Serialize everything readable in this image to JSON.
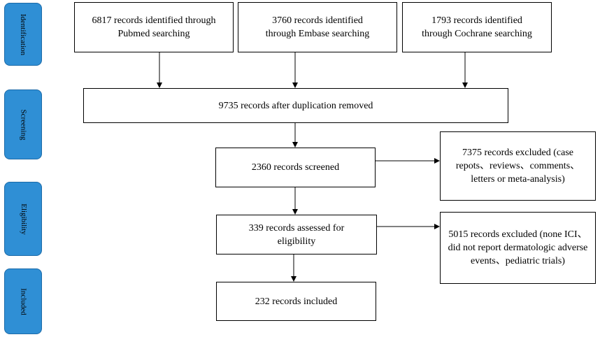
{
  "stages": {
    "identification": "Identification",
    "screening": "Screening",
    "eligibility": "Eligibility",
    "included": "Included"
  },
  "colors": {
    "stage_fill": "#2f8fd5",
    "stage_border": "#1b6aa8",
    "box_border": "#000000"
  },
  "boxes": {
    "pubmed": "6817 records identified through Pubmed searching",
    "embase": "3760 records identified through Embase searching",
    "cochrane": "1793 records identified through Cochrane searching",
    "dedup": "9735 records after duplication removed",
    "screened": "2360 records screened",
    "excluded_screen": "7375 records excluded (case repots、reviews、comments、letters or meta-analysis)",
    "assessed": "339 records assessed for eligibility",
    "excluded_elig": "5015 records excluded (none ICI、did not report dermatologic adverse events、pediatric trials)",
    "included": "232 records included"
  }
}
